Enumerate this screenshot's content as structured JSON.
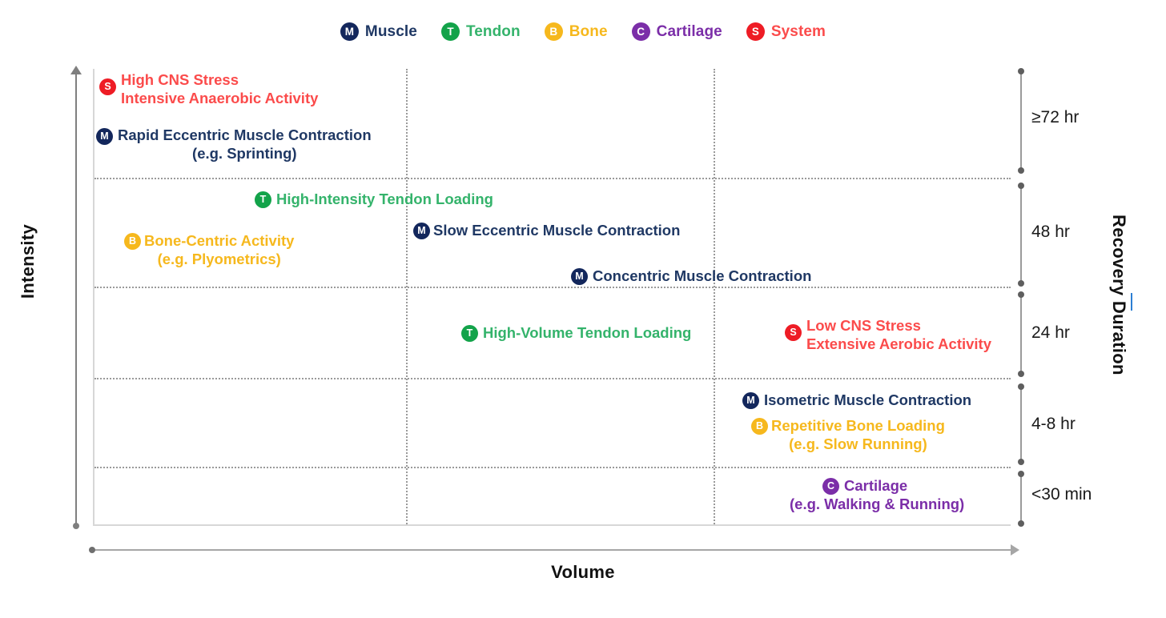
{
  "legend": {
    "items": [
      {
        "icon": "muscle-badge-icon",
        "letter": "M",
        "label": "Muscle",
        "color": "#13275c"
      },
      {
        "icon": "tendon-badge-icon",
        "letter": "T",
        "label": "Tendon",
        "color": "#13a34a"
      },
      {
        "icon": "bone-badge-icon",
        "letter": "B",
        "label": "Bone",
        "color": "#f6b81d"
      },
      {
        "icon": "cartilage-badge-icon",
        "letter": "C",
        "label": "Cartilage",
        "color": "#7b2ea8"
      },
      {
        "icon": "system-badge-icon",
        "letter": "S",
        "label": "System",
        "color": "#ee1c25"
      }
    ]
  },
  "axes": {
    "y_title": "Intensity",
    "x_title": "Volume",
    "right_title": "Recovery Duration"
  },
  "recovery_durations": [
    {
      "label": "≥72 hr"
    },
    {
      "label": "48 hr"
    },
    {
      "label": "24 hr"
    },
    {
      "label": "4-8 hr"
    },
    {
      "label": "<30 min"
    }
  ],
  "items": [
    {
      "letter": "S",
      "type": "system",
      "line1": "High CNS Stress",
      "line2": "Intensive Anaerobic Activity"
    },
    {
      "letter": "M",
      "type": "muscle",
      "line1": "Rapid Eccentric Muscle Contraction",
      "line2": "(e.g. Sprinting)"
    },
    {
      "letter": "T",
      "type": "tendon",
      "line1": "High-Intensity Tendon Loading",
      "line2": ""
    },
    {
      "letter": "M",
      "type": "muscle",
      "line1": "Slow Eccentric Muscle Contraction",
      "line2": ""
    },
    {
      "letter": "B",
      "type": "bone",
      "line1": "Bone-Centric  Activity",
      "line2": "(e.g. Plyometrics)"
    },
    {
      "letter": "M",
      "type": "muscle",
      "line1": "Concentric Muscle Contraction",
      "line2": ""
    },
    {
      "letter": "T",
      "type": "tendon",
      "line1": "High-Volume Tendon Loading",
      "line2": ""
    },
    {
      "letter": "S",
      "type": "system",
      "line1": "Low CNS Stress",
      "line2": "Extensive Aerobic Activity"
    },
    {
      "letter": "M",
      "type": "muscle",
      "line1": "Isometric Muscle Contraction",
      "line2": ""
    },
    {
      "letter": "B",
      "type": "bone",
      "line1": "Repetitive Bone Loading",
      "line2": "(e.g. Slow Running)"
    },
    {
      "letter": "C",
      "type": "cartilage",
      "line1": "Cartilage",
      "line2": "(e.g. Walking & Running)"
    }
  ],
  "chart_data": {
    "type": "scatter",
    "title": "",
    "xlabel": "Volume",
    "ylabel": "Intensity",
    "secondary_ylabel": "Recovery Duration",
    "grid": true,
    "legend_position": "top-center",
    "x_bands": [
      "low",
      "medium",
      "high"
    ],
    "y_bands": [
      "≥72 hr",
      "48 hr",
      "24 hr",
      "4-8 hr",
      "<30 min"
    ],
    "points": [
      {
        "label": "High CNS Stress / Intensive Anaerobic Activity",
        "tissue": "System",
        "x_band": "low",
        "y_band": "≥72 hr"
      },
      {
        "label": "Rapid Eccentric Muscle Contraction (e.g. Sprinting)",
        "tissue": "Muscle",
        "x_band": "low",
        "y_band": "≥72 hr"
      },
      {
        "label": "High-Intensity Tendon Loading",
        "tissue": "Tendon",
        "x_band": "low",
        "y_band": "48 hr"
      },
      {
        "label": "Bone-Centric Activity (e.g. Plyometrics)",
        "tissue": "Bone",
        "x_band": "low",
        "y_band": "48 hr"
      },
      {
        "label": "Slow Eccentric Muscle Contraction",
        "tissue": "Muscle",
        "x_band": "medium",
        "y_band": "48 hr"
      },
      {
        "label": "Concentric Muscle Contraction",
        "tissue": "Muscle",
        "x_band": "medium",
        "y_band": "48 hr"
      },
      {
        "label": "High-Volume Tendon Loading",
        "tissue": "Tendon",
        "x_band": "medium",
        "y_band": "24 hr"
      },
      {
        "label": "Low CNS Stress / Extensive Aerobic Activity",
        "tissue": "System",
        "x_band": "high",
        "y_band": "24 hr"
      },
      {
        "label": "Isometric Muscle Contraction",
        "tissue": "Muscle",
        "x_band": "high",
        "y_band": "4-8 hr"
      },
      {
        "label": "Repetitive Bone Loading (e.g. Slow Running)",
        "tissue": "Bone",
        "x_band": "high",
        "y_band": "4-8 hr"
      },
      {
        "label": "Cartilage (e.g. Walking & Running)",
        "tissue": "Cartilage",
        "x_band": "high",
        "y_band": "<30 min"
      }
    ]
  }
}
